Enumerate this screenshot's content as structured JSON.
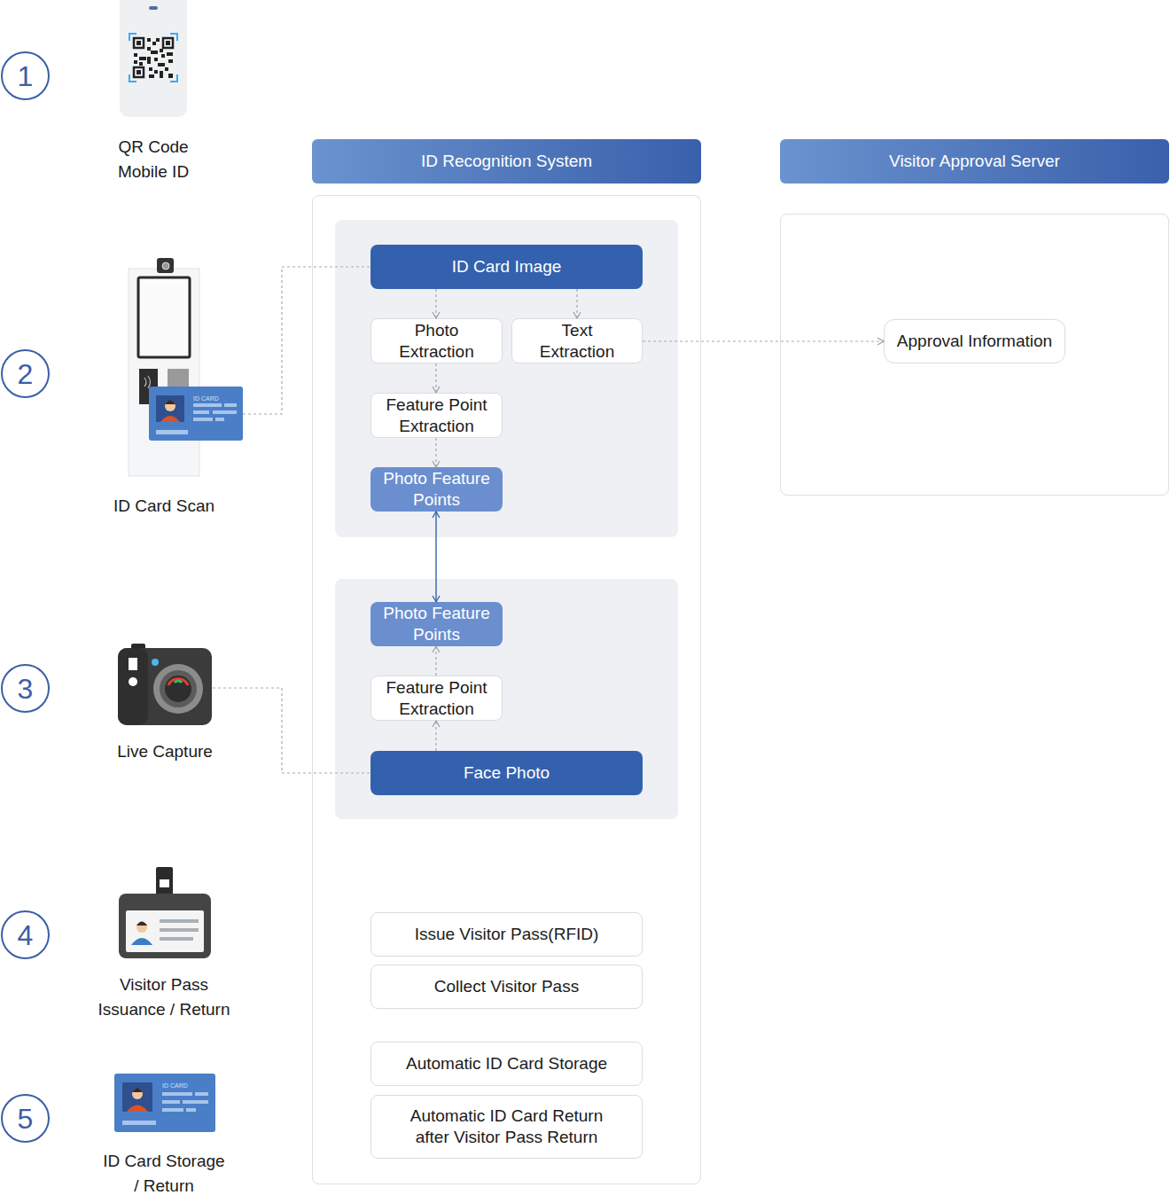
{
  "diagram": {
    "nodes": [
      {
        "text": [
          "1"
        ]
      },
      {
        "text": [
          "QR Code Mobile ID"
        ]
      },
      {
        "text": [
          "ID Recognition System"
        ]
      },
      {
        "text": [
          "Visitor Approval Server"
        ]
      },
      {
        "text": [
          "2"
        ]
      },
      {
        "text": [
          "ID Card Scan"
        ]
      },
      {
        "text": [
          "ID Card Image"
        ],
        "in": 2
      },
      {
        "text": [
          "Photo Extraction"
        ],
        "in": 2
      },
      {
        "text": [
          "Text Extraction"
        ],
        "in": 2
      },
      {
        "text": [
          "Approval Information"
        ],
        "in": 3
      },
      {
        "text": [
          "Feature Point Extraction"
        ],
        "in": 2
      },
      {
        "text": [
          "Photo Feature Points"
        ],
        "in": 2
      },
      {
        "text": [
          "Photo Feature Points"
        ],
        "in": 2
      },
      {
        "text": [
          "3"
        ]
      },
      {
        "text": [
          "Live Capture"
        ]
      },
      {
        "text": [
          "Feature Point Extraction"
        ],
        "in": 2
      },
      {
        "text": [
          "Face Photo"
        ],
        "in": 2
      },
      {
        "text": [
          "4"
        ]
      },
      {
        "text": [
          "Visitor Pass Issuance / Return"
        ]
      },
      {
        "text": [
          "Issue Visitor Pass(RFID)"
        ],
        "in": 2
      },
      {
        "text": [
          "Collect Visitor Pass"
        ],
        "in": 2
      },
      {
        "text": [
          "Automatic ID Card Storage"
        ],
        "in": 2
      },
      {
        "text": [
          "5"
        ]
      },
      {
        "text": [
          "ID Card Storage / Return"
        ]
      },
      {
        "text": [
          "Automatic ID Card Return after Visitor Pass Return"
        ],
        "in": 2
      }
    ],
    "edges": [
      {
        "from": 5,
        "to": 6,
        "arrow": "none"
      },
      {
        "from": 6,
        "to": 7,
        "arrow": "to"
      },
      {
        "from": 6,
        "to": 8,
        "arrow": "to"
      },
      {
        "from": 8,
        "to": 9,
        "arrow": "to"
      },
      {
        "from": 7,
        "to": 10,
        "arrow": "to"
      },
      {
        "from": 10,
        "to": 11,
        "arrow": "to"
      },
      {
        "from": 11,
        "to": 12,
        "arrow": "both"
      },
      {
        "from": 15,
        "to": 12,
        "arrow": "to"
      },
      {
        "from": 16,
        "to": 15,
        "arrow": "to"
      },
      {
        "from": 14,
        "to": 16,
        "arrow": "none"
      }
    ],
    "labels": [
      "ID CARD",
      "ID CARD"
    ]
  }
}
